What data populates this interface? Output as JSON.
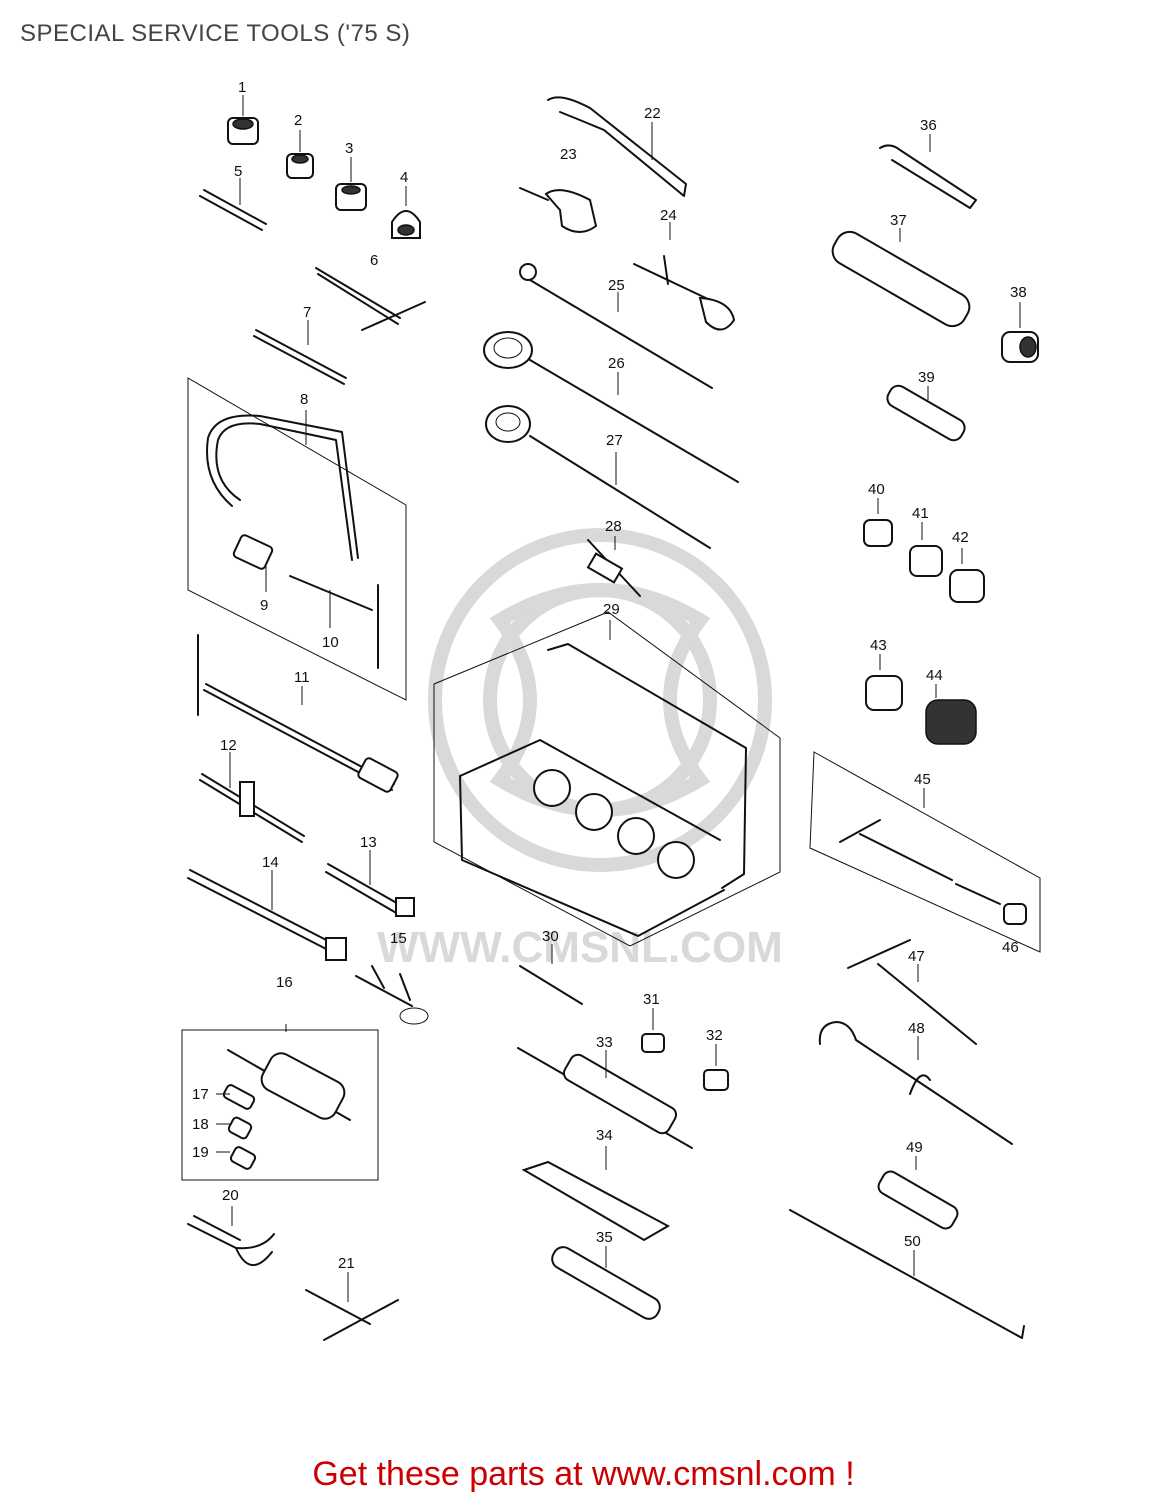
{
  "page": {
    "title": "SPECIAL SERVICE TOOLS ('75 S)",
    "footer": "Get these parts at www.cmsnl.com !"
  },
  "watermark": {
    "text": "WWW.CMSNL.COM"
  },
  "colors": {
    "footer_text": "#cc0000",
    "title_text": "#444444",
    "line_art": "#111111",
    "watermark": "#d9d9d9"
  },
  "callouts": [
    "1",
    "2",
    "3",
    "4",
    "5",
    "6",
    "7",
    "8",
    "9",
    "10",
    "11",
    "12",
    "13",
    "14",
    "15",
    "16",
    "17",
    "18",
    "19",
    "20",
    "21",
    "22",
    "23",
    "24",
    "25",
    "26",
    "27",
    "28",
    "29",
    "30",
    "31",
    "32",
    "33",
    "34",
    "35",
    "36",
    "37",
    "38",
    "39",
    "40",
    "41",
    "42",
    "43",
    "44",
    "45",
    "46",
    "47",
    "48",
    "49",
    "50"
  ]
}
